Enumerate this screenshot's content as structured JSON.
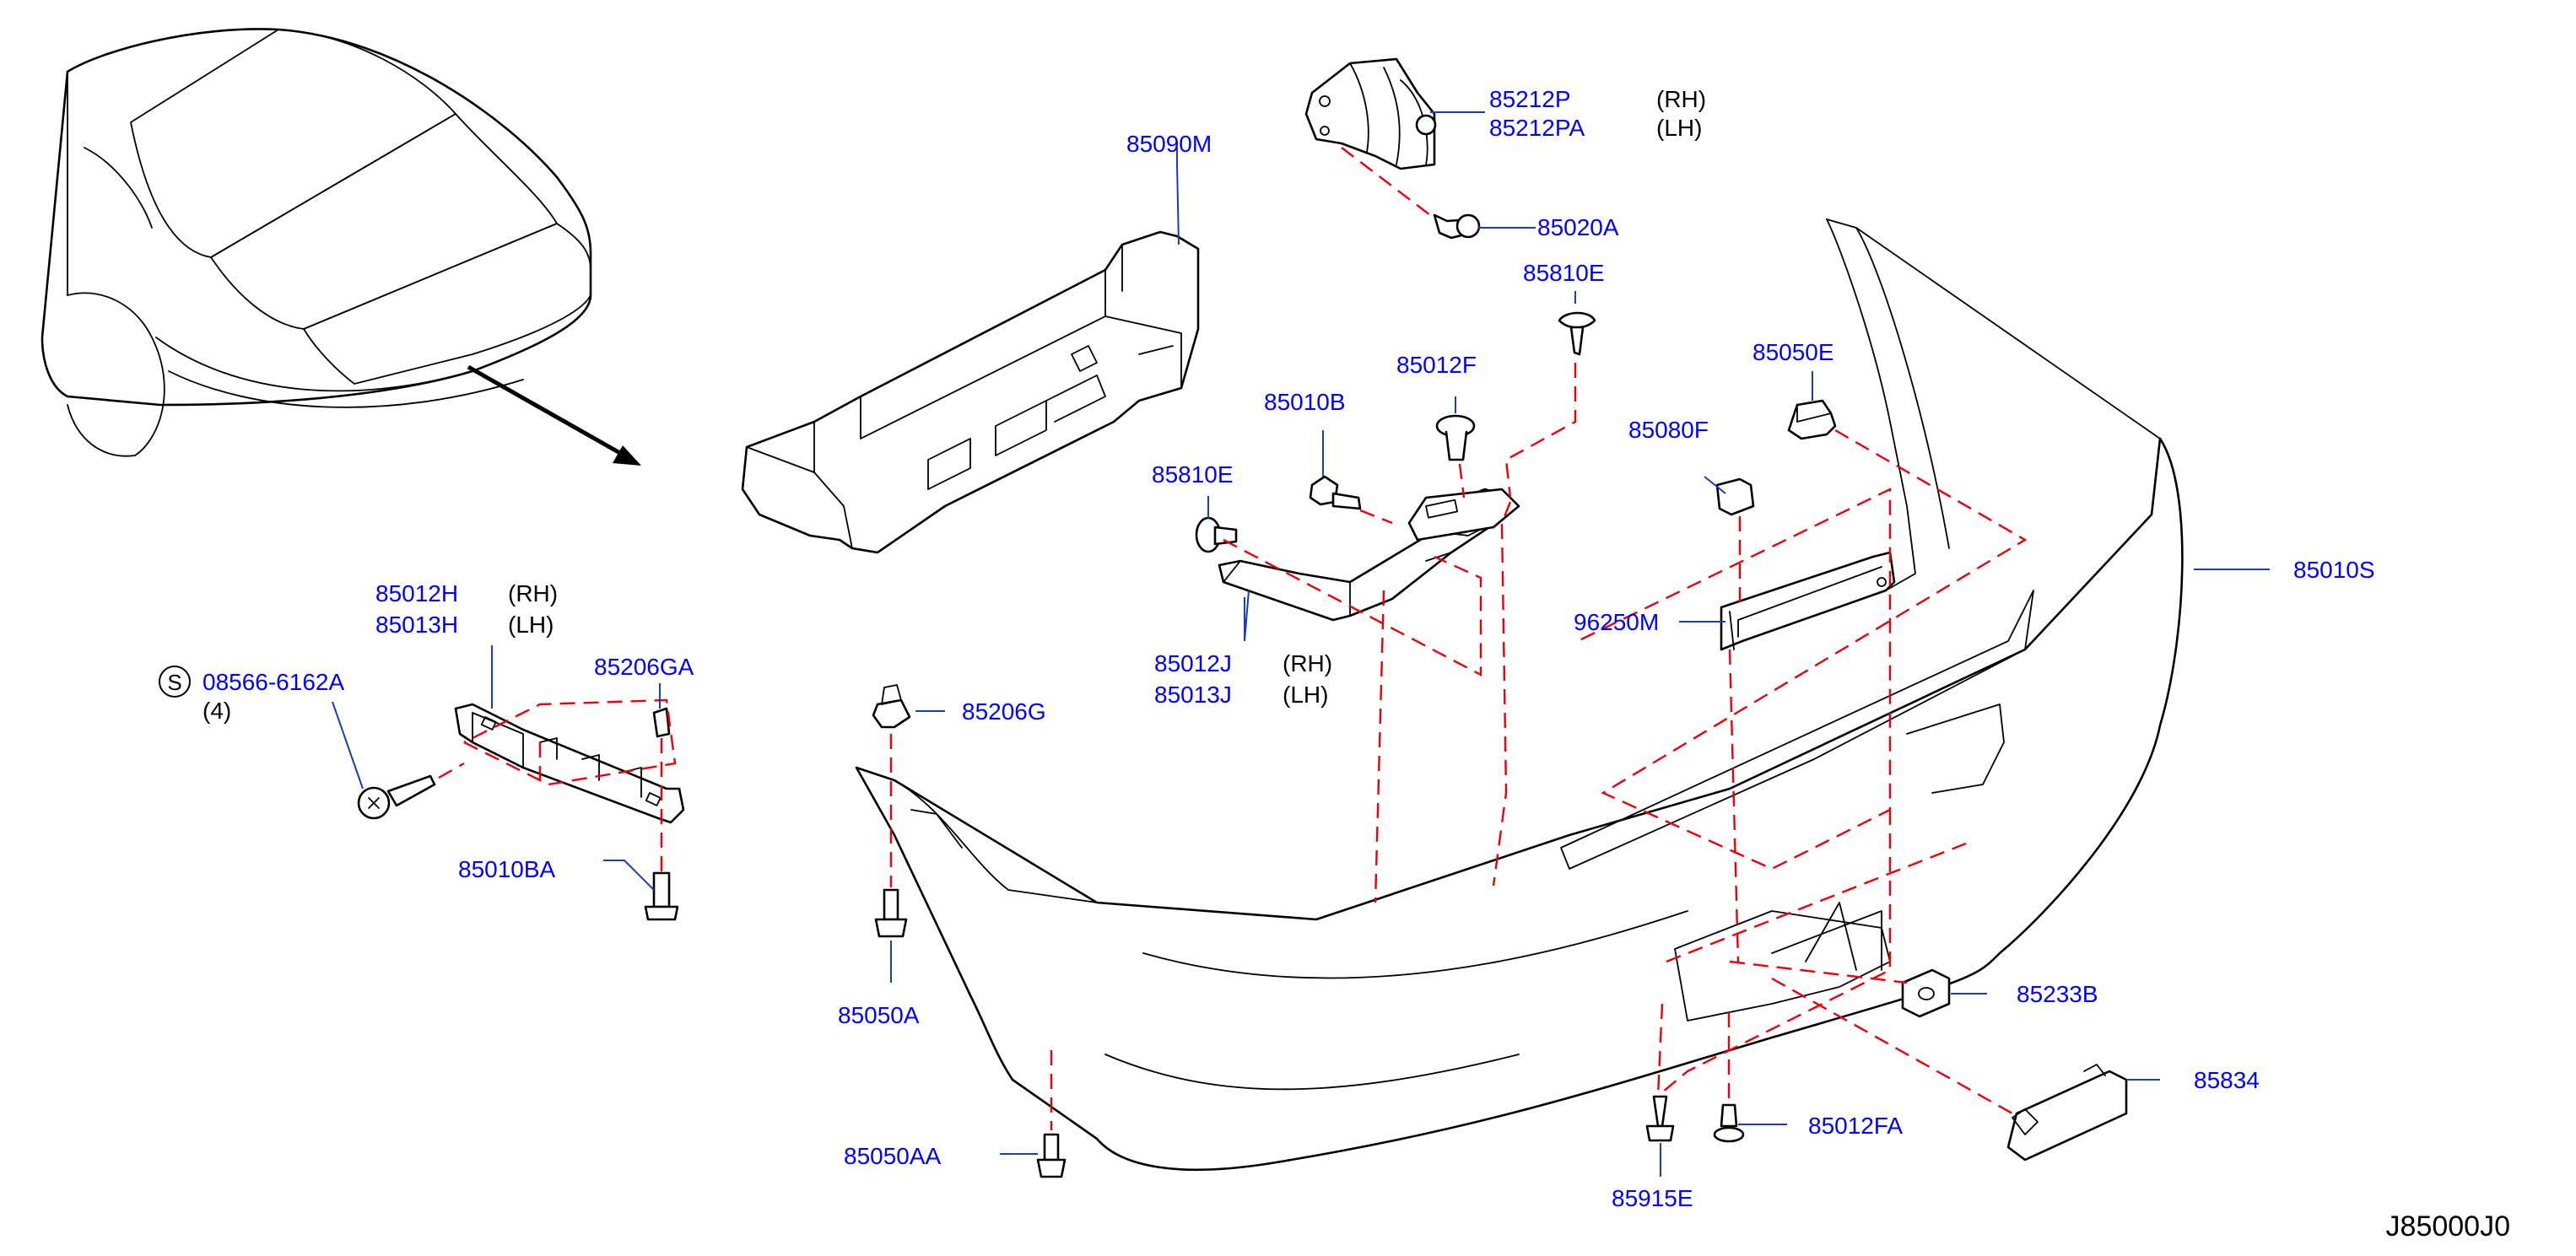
{
  "colors": {
    "part_number": "#0000ff",
    "leader": "#1a3fa8",
    "dash": "#e8000b",
    "ink": "#000000"
  },
  "sides": {
    "rh": "(RH)",
    "lh": "(LH)"
  },
  "callouts": {
    "p85212P": "85212P",
    "p85212PA": "85212PA",
    "p85020A": "85020A",
    "p85810E_top": "85810E",
    "p85090M": "85090M",
    "p85012F": "85012F",
    "p85050E": "85050E",
    "p85010B": "85010B",
    "p85080F": "85080F",
    "p85810E_left": "85810E",
    "p85010S": "85010S",
    "p96250M": "96250M",
    "p85012H": "85012H",
    "p85013H": "85013H",
    "p85206GA": "85206GA",
    "p08566": "08566-6162A",
    "qty": "(4)",
    "s_mark": "S",
    "p85012J": "85012J",
    "p85013J": "85013J",
    "p85206G": "85206G",
    "p85010BA": "85010BA",
    "p85050A": "85050A",
    "p85233B": "85233B",
    "p85834": "85834",
    "p85012FA": "85012FA",
    "p85050AA": "85050AA",
    "p85915E": "85915E"
  },
  "diagram_code": "J85000J0",
  "icons": [
    "vehicle-rear-view",
    "direction-arrow",
    "bumper-fascia",
    "energy-absorber",
    "fastener-clip",
    "bolt",
    "screw",
    "bracket"
  ]
}
